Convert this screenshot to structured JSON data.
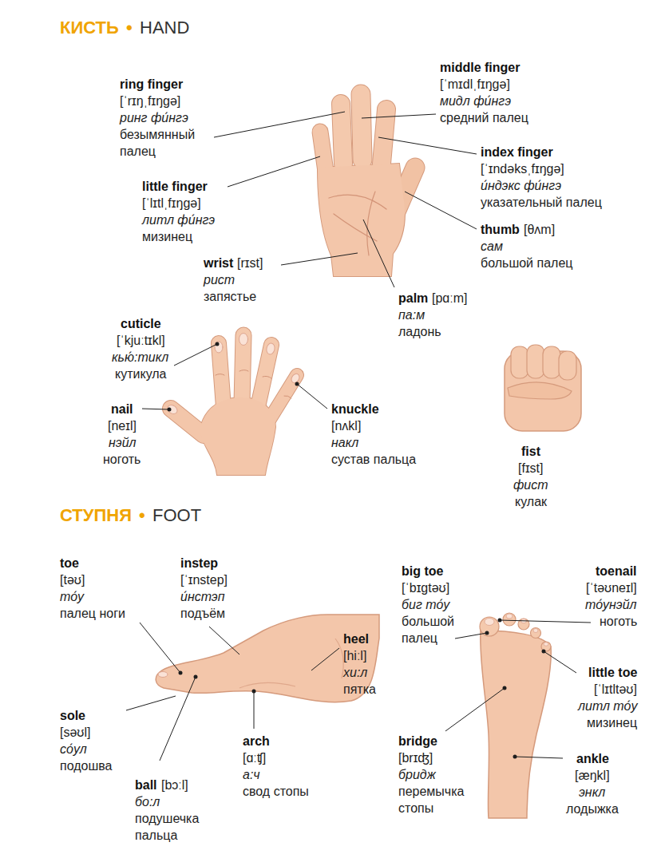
{
  "diagram": {
    "labels": [
      "КИСТЬ",
      "•",
      "HAND",
      "ring finger",
      "[ˈrɪŋˌfɪŋɡə]",
      "ринг фи́нгэ",
      "безымянный палец",
      "middle finger",
      "[ˈmɪdlˌfɪŋɡə]",
      "мидл фи́нгэ",
      "средний палец",
      "index finger",
      "[ˈɪndəksˌfɪŋɡə]",
      "и́ндэкс фи́нгэ",
      "указательный палец",
      "little finger",
      "[ˈlɪtlˌfɪŋɡə]",
      "литл фи́нгэ",
      "мизинец",
      "thumb",
      "[θʌm]",
      "сам",
      "большой палец",
      "wrist",
      "[rɪst]",
      "рист",
      "запястье",
      "palm",
      "[pɑːm]",
      "па:м",
      "ладонь",
      "cuticle",
      "[ˈkjuːtɪkl]",
      "кью́:тикл",
      "кутикула",
      "nail",
      "[neɪl]",
      "нэйл",
      "ноготь",
      "knuckle",
      "[nʌkl]",
      "накл",
      "сустав пальца",
      "fist",
      "[fɪst]",
      "фист",
      "кулак",
      "СТУПНЯ",
      "•",
      "FOOT",
      "toe",
      "[təʊ]",
      "то́у",
      "палец ноги",
      "instep",
      "[ˈɪnstep]",
      "и́нстэп",
      "подъём",
      "big toe",
      "[ˈbɪgtəʊ]",
      "биг то́у",
      "большой палец",
      "toenail",
      "[ˈtəʊneɪl]",
      "то́унэйл",
      "ноготь",
      "heel",
      "[hiːl]",
      "хи:л",
      "пятка",
      "little toe",
      "[ˈlɪtltəʊ]",
      "литл то́у",
      "мизинец",
      "sole",
      "[səʊl]",
      "со́ул",
      "подошва",
      "arch",
      "[ɑːʧ]",
      "а:ч",
      "свод стопы",
      "bridge",
      "[brɪʤ]",
      "бридж",
      "перемычка стопы",
      "ankle",
      "[æŋkl]",
      "энкл",
      "лодыжка",
      "ball",
      "[bɔːl]",
      "бо:л",
      "подушечка пальца"
    ]
  }
}
